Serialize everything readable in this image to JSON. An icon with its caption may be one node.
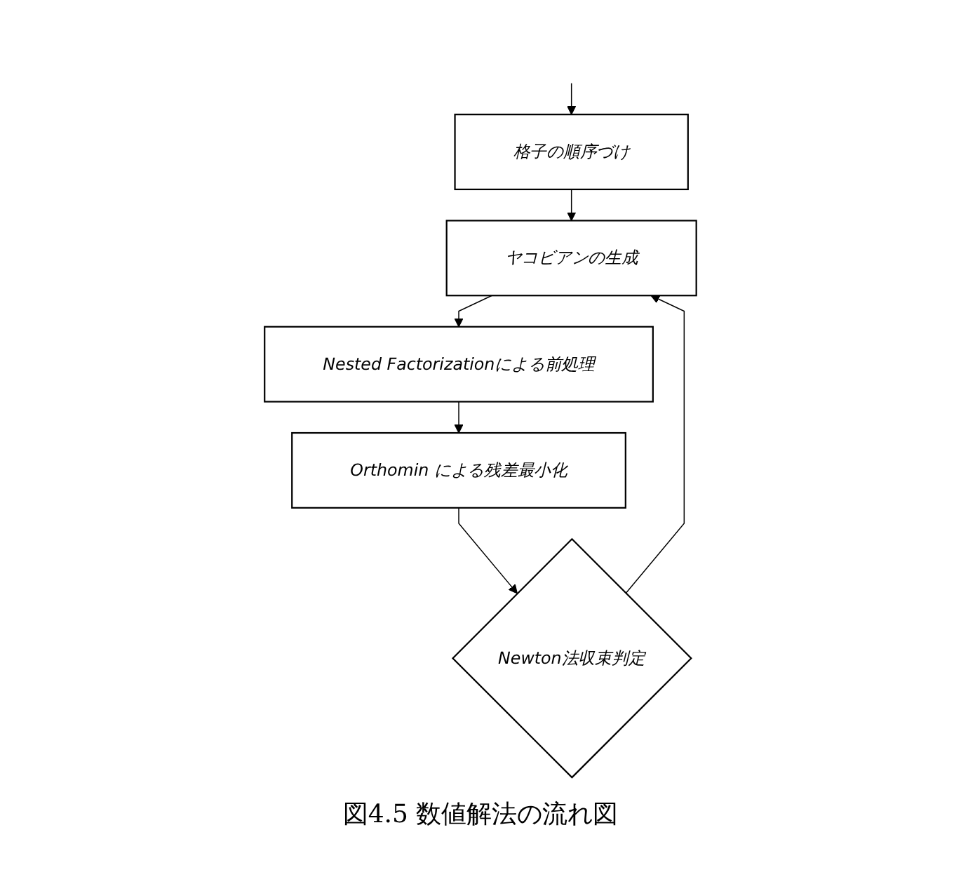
{
  "diagram": {
    "caption": "図4.5 数値解法の流れ図",
    "nodes": [
      {
        "text": [
          "格子の順序づけ"
        ]
      },
      {
        "text": [
          "ヤコビアンの生成"
        ]
      },
      {
        "text": [
          "Nested Factorizationによる前処理"
        ]
      },
      {
        "text": [
          "Orthomin による残差最小化"
        ]
      },
      {
        "text": [
          "Newton法収束判定"
        ]
      }
    ],
    "edges": [
      {
        "from": null,
        "to": 0,
        "arrow": "to"
      },
      {
        "from": 0,
        "to": 1,
        "arrow": "to"
      },
      {
        "from": 1,
        "to": 2,
        "arrow": "to"
      },
      {
        "from": 2,
        "to": 3,
        "arrow": "to"
      },
      {
        "from": 3,
        "to": 4,
        "arrow": "to"
      },
      {
        "from": 4,
        "to": 1,
        "arrow": "to"
      }
    ]
  }
}
